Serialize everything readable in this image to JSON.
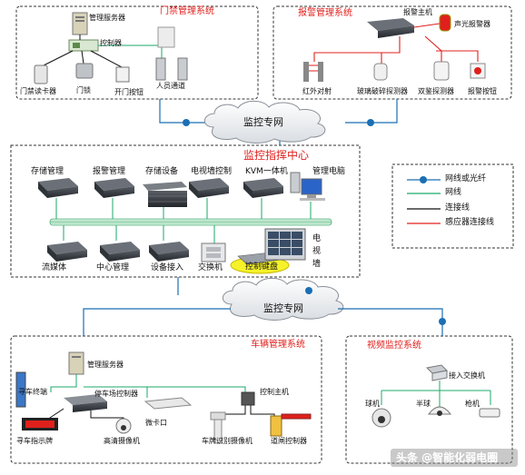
{
  "access_control": {
    "title": "门禁管理系统",
    "server": "管理服务器",
    "controller": "控制器",
    "card_reader": "门禁读卡器",
    "door_lock": "门锁",
    "exit_button": "开门按钮",
    "personnel_channel": "人员通道"
  },
  "alarm": {
    "title": "报警管理系统",
    "host": "报警主机",
    "siren": "声光报警器",
    "infrared": "红外对射",
    "glass_break": "玻璃破碎探测器",
    "dual_detector": "双鉴探测器",
    "alarm_button": "报警按钮"
  },
  "network_top": "监控专网",
  "center": {
    "title": "监控指挥中心",
    "storage_mgmt": "存储管理",
    "alarm_mgmt": "报警管理",
    "storage_device": "存储设备",
    "tv_wall_ctrl": "电视墙控制",
    "kvm": "KVM一体机",
    "mgmt_pc": "管理电脑",
    "streaming": "流媒体",
    "center_mgmt": "中心管理",
    "device_access": "设备接入",
    "switch": "交换机",
    "keyboard": "控制键盘",
    "tv_wall": "电视墙"
  },
  "legend": {
    "fiber": "网线或光纤",
    "net": "网线",
    "connect": "连接线",
    "sensor": "感应器连接线",
    "colors": {
      "fiber": "#1a6fb5",
      "net": "#1aaa6a",
      "connect": "#111111",
      "sensor": "#e0201c"
    }
  },
  "network_bottom": "监控专网",
  "vehicle": {
    "title": "车辆管理系统",
    "server": "管理服务器",
    "find_terminal": "寻车终端",
    "parking_ctrl": "停车场控制器",
    "checkpoint": "微卡口",
    "ctrl_host": "控制主机",
    "guide_sign": "寻车指示牌",
    "hd_camera": "高清摄像机",
    "plate_camera": "车牌识别摄像机",
    "barrier_ctrl": "道闸控制器"
  },
  "video": {
    "title": "视频监控系统",
    "access_switch": "接入交换机",
    "dome": "球机",
    "half_dome": "半球",
    "bullet": "枪机"
  },
  "watermark": "头条 @智能化弱电圈"
}
